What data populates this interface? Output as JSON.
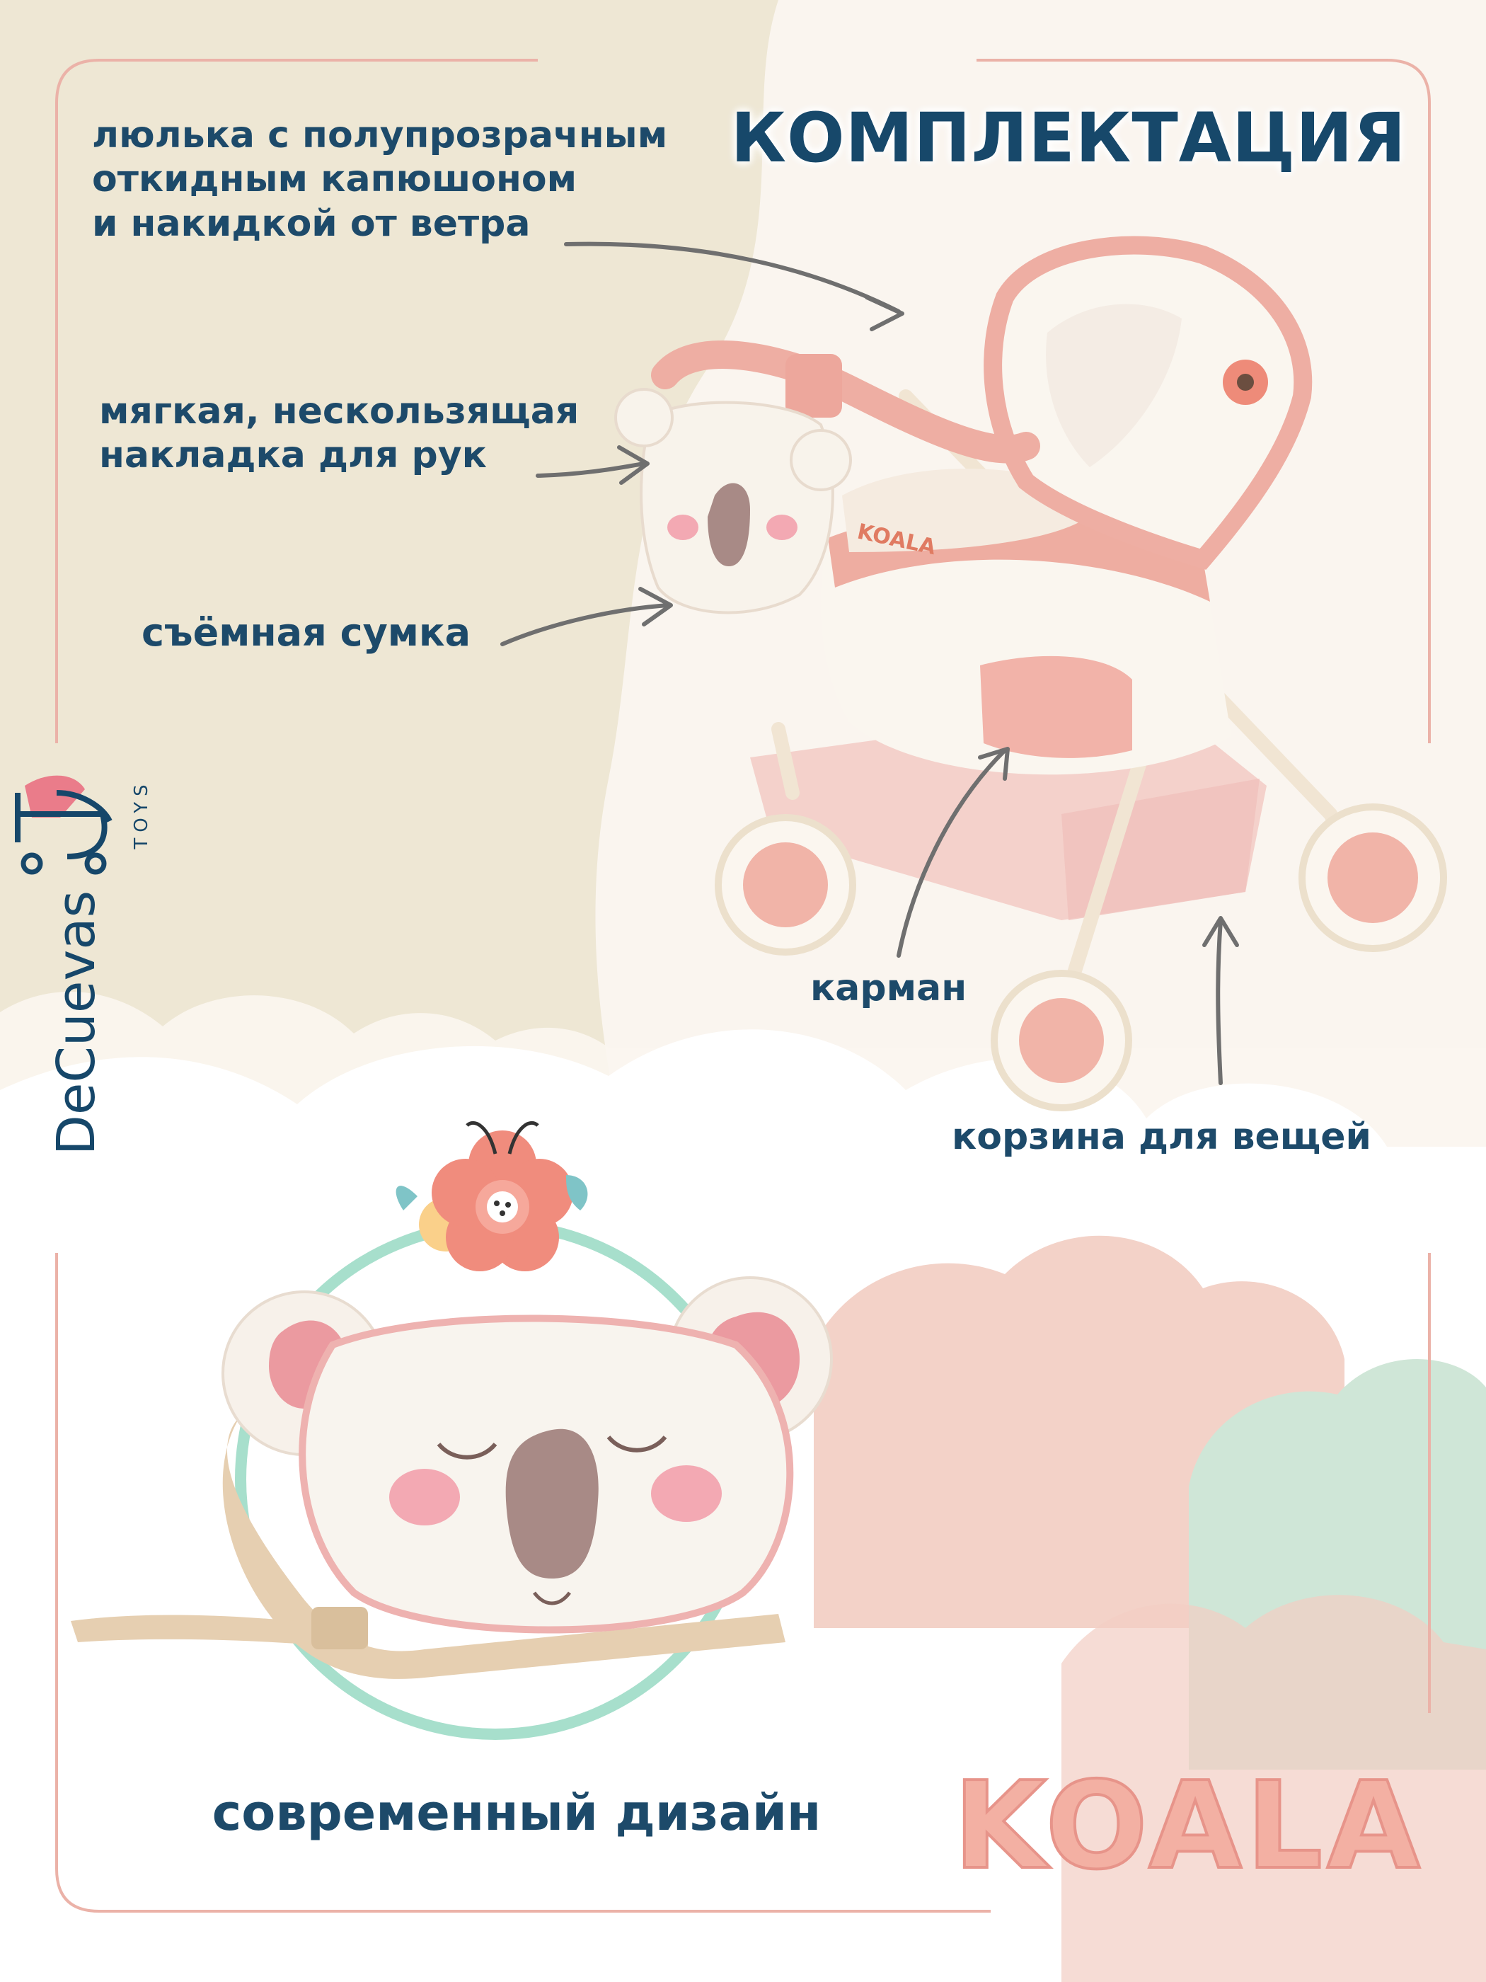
{
  "heading": "КОМПЛЕКТАЦИЯ",
  "brand": {
    "name": "DeCuevas",
    "sub": "TOYS",
    "colors": {
      "navy": "#16476a",
      "pink": "#ea7c8a",
      "teal": "#7fc4c7"
    }
  },
  "callouts": {
    "bassinet": {
      "lines": [
        "люлька с полупрозрачным",
        "откидным капюшоном",
        "и накидкой от ветра"
      ]
    },
    "handle": {
      "lines": [
        "мягкая, нескользящая",
        "накладка для рук"
      ]
    },
    "bag": {
      "text": "съёмная сумка"
    },
    "pocket": {
      "text": "карман"
    },
    "basket": {
      "text": "корзина для вещей"
    }
  },
  "design_caption": "современный дизайн",
  "logo_word": "KOALA",
  "icons": [
    "arrow-icon",
    "flower-icon",
    "koala-bag-icon",
    "stroller-icon"
  ],
  "colors": {
    "background": "#eee7d4",
    "cream_panel": "#faf5ef",
    "text_navy": "#1d4a6a",
    "frame_pink": "#ebb2a8",
    "ring_mint": "#a7dfcc",
    "stroller_pink": "#efb0a4",
    "cloud_green": "#cfe6d7",
    "cloud_pink": "#f2cdc3"
  }
}
